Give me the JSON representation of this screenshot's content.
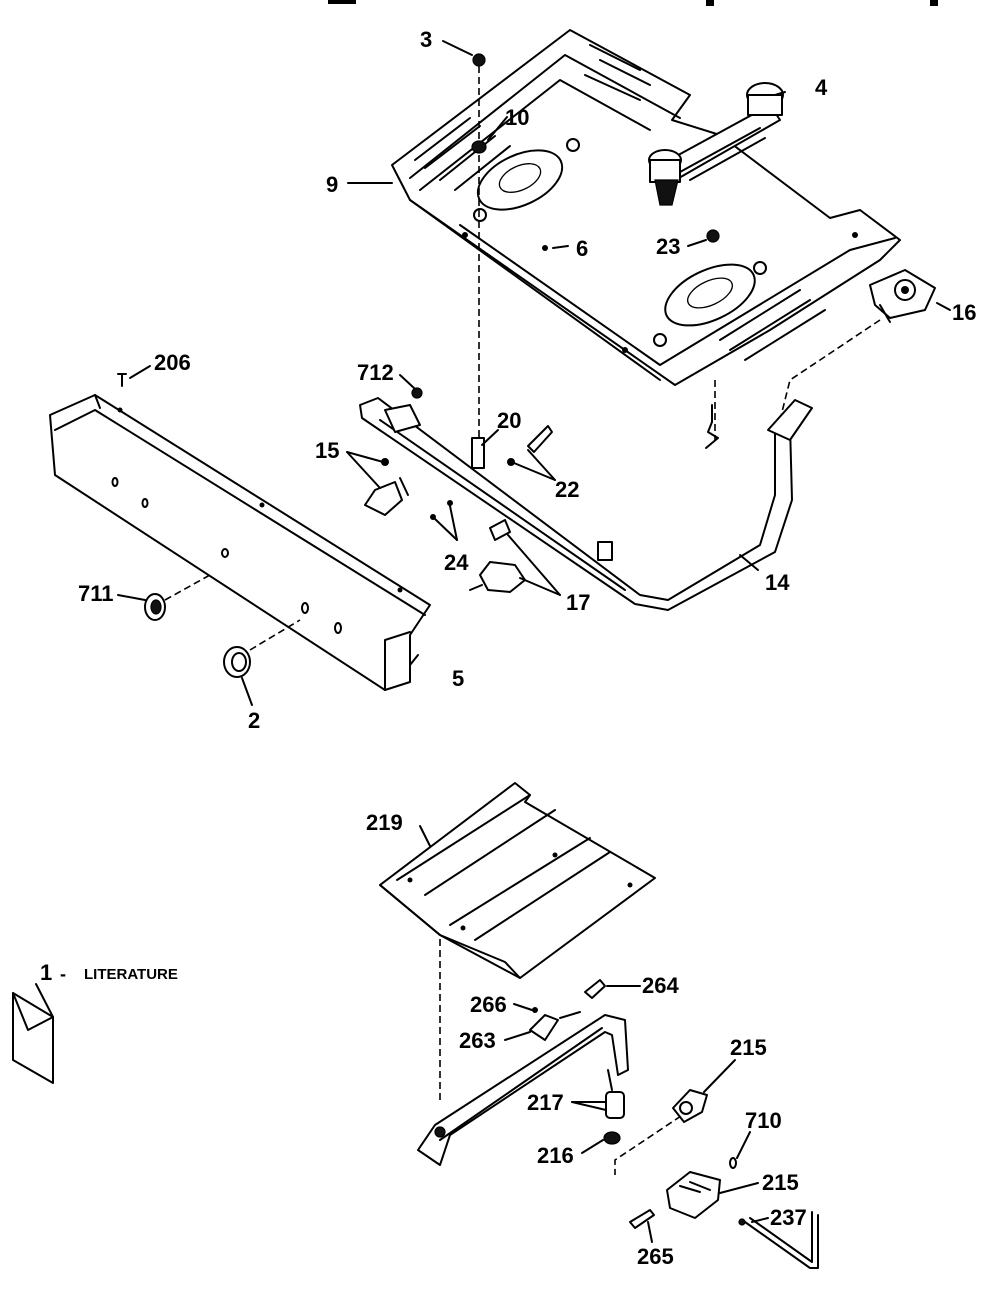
{
  "diagram": {
    "top_edge_marks": [
      "",
      ""
    ],
    "callouts": {
      "c1": "1",
      "c1_text": "LITERATURE",
      "c2": "2",
      "c3": "3",
      "c4": "4",
      "c5": "5",
      "c6": "6",
      "c9": "9",
      "c10": "10",
      "c14": "14",
      "c15": "15",
      "c16": "16",
      "c17": "17",
      "c20": "20",
      "c22": "22",
      "c23": "23",
      "c24": "24",
      "c206": "206",
      "c215a": "215",
      "c215b": "215",
      "c216": "216",
      "c217": "217",
      "c219": "219",
      "c237": "237",
      "c263": "263",
      "c264": "264",
      "c265": "265",
      "c266": "266",
      "c710": "710",
      "c711": "711",
      "c712": "712"
    }
  }
}
